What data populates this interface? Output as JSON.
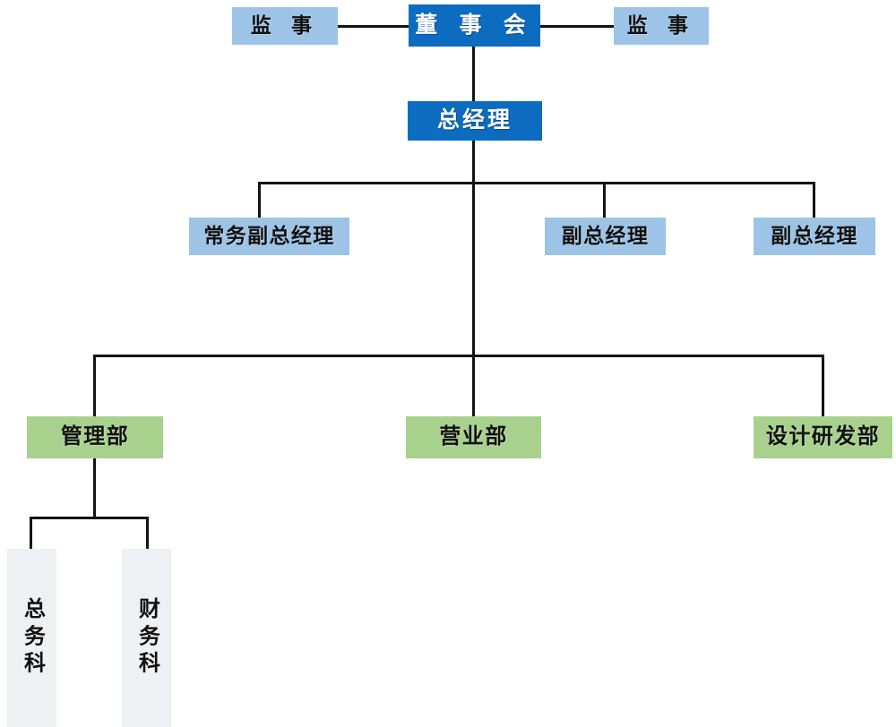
{
  "chart_data": {
    "type": "diagram",
    "subtype": "organization-chart",
    "title": "",
    "orientation": "top-down",
    "palette": {
      "dark_blue": "#0C6CC0",
      "light_blue": "#9DC3E6",
      "green": "#A9D18E",
      "light_gray": "#EDF1F4",
      "line": "#141414",
      "text_dark": "#111111",
      "text_light": "#FFFFFF",
      "background": "#FFFFFF"
    },
    "levels": [
      {
        "level": 1,
        "labels": [
          "监 事",
          "董 事 会",
          "监 事"
        ]
      },
      {
        "level": 2,
        "labels": [
          "总经理"
        ]
      },
      {
        "level": 3,
        "labels": [
          "常务副总经理",
          "副总经理",
          "副总经理"
        ]
      },
      {
        "level": 4,
        "labels": [
          "管理部",
          "营业部",
          "设计研发部"
        ]
      },
      {
        "level": 5,
        "labels": [
          "总务科",
          "财务科"
        ]
      }
    ],
    "edges": [
      {
        "from": "董 事 会",
        "to": "监 事 (左)"
      },
      {
        "from": "董 事 会",
        "to": "监 事 (右)"
      },
      {
        "from": "董 事 会",
        "to": "总经理"
      },
      {
        "from": "总经理",
        "to": "常务副总经理"
      },
      {
        "from": "总经理",
        "to": "副总经理 (中)"
      },
      {
        "from": "总经理",
        "to": "副总经理 (右)"
      },
      {
        "from": "总经理",
        "to": "管理部"
      },
      {
        "from": "总经理",
        "to": "营业部"
      },
      {
        "from": "总经理",
        "to": "设计研发部"
      },
      {
        "from": "管理部",
        "to": "总务科"
      },
      {
        "from": "管理部",
        "to": "财务科"
      }
    ]
  },
  "chart": {
    "nodes": {
      "supervisor_left": {
        "label": "监 事",
        "tone": "light-blue"
      },
      "board": {
        "label": "董 事 会",
        "tone": "dark-blue"
      },
      "supervisor_right": {
        "label": "监 事",
        "tone": "light-blue"
      },
      "general_manager": {
        "label": "总经理",
        "tone": "dark-blue"
      },
      "exec_deputy_gm": {
        "label": "常务副总经理",
        "tone": "light-blue"
      },
      "deputy_gm_mid": {
        "label": "副总经理",
        "tone": "light-blue"
      },
      "deputy_gm_right": {
        "label": "副总经理",
        "tone": "light-blue"
      },
      "admin_dept": {
        "label": "管理部",
        "tone": "green"
      },
      "sales_dept": {
        "label": "营业部",
        "tone": "green"
      },
      "rnd_dept": {
        "label": "设计研发部",
        "tone": "green"
      },
      "general_affairs_section": {
        "label": "总务科",
        "tone": "light-gray"
      },
      "finance_section": {
        "label": "财务科",
        "tone": "light-gray"
      }
    }
  }
}
